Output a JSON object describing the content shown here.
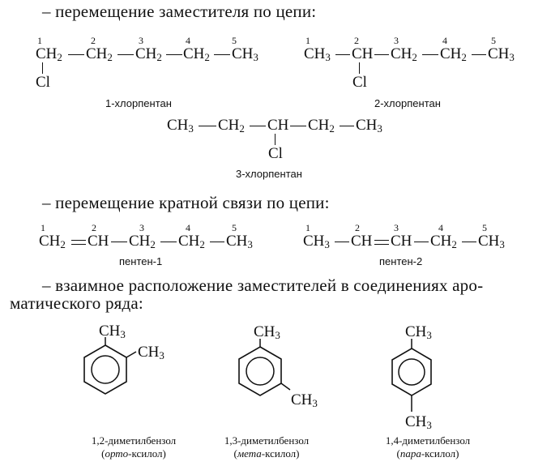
{
  "sections": {
    "substituent": "– перемещение заместителя по цепи:",
    "multiple_bond": "– перемещение кратной связи по цепи:",
    "aromatic_line1": "– взаимное расположение заместителей в соединениях аро-",
    "aromatic_line2": "матического ряда:"
  },
  "atoms": {
    "ch": "CH",
    "ch2": "CH",
    "ch3": "CH",
    "cl": "Cl",
    "sub2": "2",
    "sub3": "3"
  },
  "numbers": [
    "1",
    "2",
    "3",
    "4",
    "5"
  ],
  "names": {
    "chloropentane_1": "1-хлорпентан",
    "chloropentane_2": "2-хлорпентан",
    "chloropentane_3": "3-хлорпентан",
    "pentene_1": "пентен-1",
    "pentene_2": "пентен-2",
    "xylene_ortho_systematic": "1,2-диметилбензол",
    "xylene_ortho_prefix": "орто",
    "xylene_meta_systematic": "1,3-диметилбензол",
    "xylene_meta_prefix": "мета",
    "xylene_para_systematic": "1,4-диметилбензол",
    "xylene_para_prefix": "пара",
    "xylene_suffix": "-ксилол"
  }
}
